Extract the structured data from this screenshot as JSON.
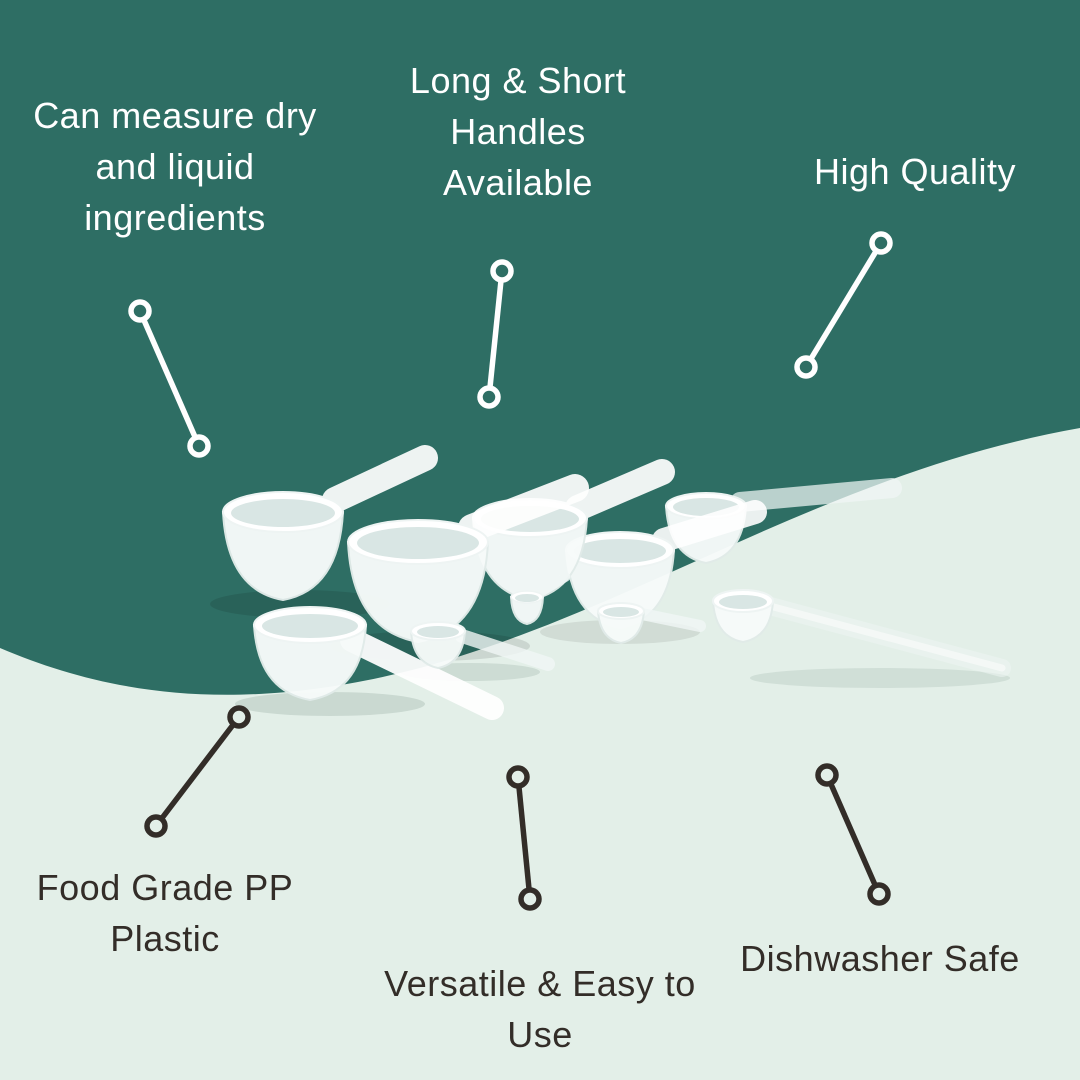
{
  "colors": {
    "background_top": "#2e6e64",
    "background_bottom": "#e3efe8",
    "text_light": "#ffffff",
    "text_dark": "#332d28"
  },
  "callouts": {
    "measure": {
      "text": "Can measure dry\nand liquid\ningredients"
    },
    "handles": {
      "text": "Long & Short\nHandles\nAvailable"
    },
    "quality": {
      "text": "High Quality"
    },
    "food_grade": {
      "text": "Food Grade PP\nPlastic"
    },
    "versatile": {
      "text": "Versatile & Easy to\nUse"
    },
    "dishwasher": {
      "text": "Dishwasher Safe"
    }
  },
  "product": {
    "name": "white plastic measuring scoops and spoons set"
  }
}
